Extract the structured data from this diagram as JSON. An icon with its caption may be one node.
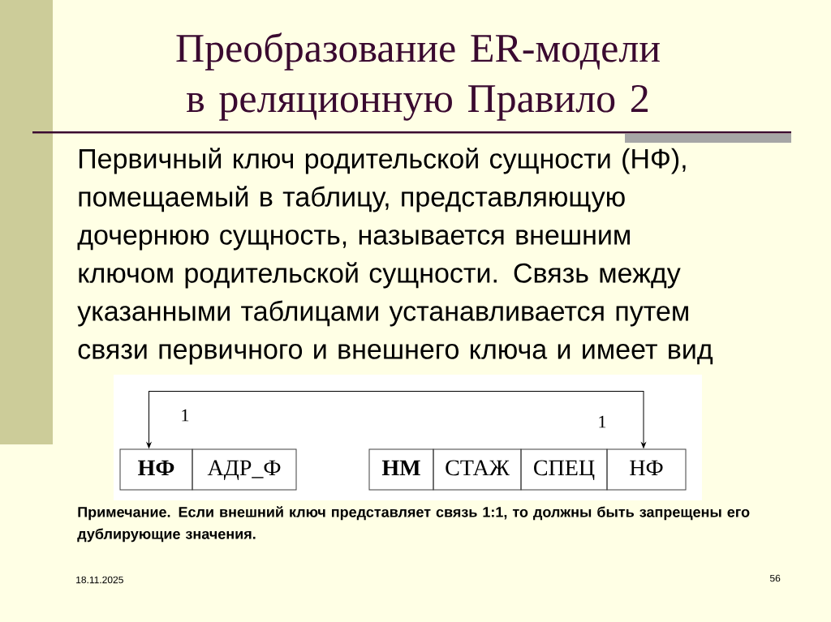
{
  "diagram": {
    "title": "Преобразование ER-модели в реляционную Правило 2",
    "nodes": [
      {
        "text": [
          "НФ"
        ]
      },
      {
        "text": [
          "АДР_Ф"
        ]
      },
      {
        "text": [
          "НМ"
        ]
      },
      {
        "text": [
          "СТАЖ"
        ]
      },
      {
        "text": [
          "СПЕЦ"
        ]
      },
      {
        "text": [
          "НФ"
        ]
      }
    ],
    "edges": [
      {
        "from": 0,
        "to": 5,
        "arrow": "both"
      }
    ],
    "labels": [
      "Первичный ключ родительской сущности (НФ), помещаемый в таблицу, представляющую дочернюю сущность, называется внешним ключом родительской сущности. Связь между указанными таблицами устанавливается путем связи первичного и внешнего ключа и имеет вид",
      "1",
      "1",
      "Примечание. Если внешний ключ представляет связь 1:1, то должны быть запрещены его дублирующие значения.",
      "18.11.2025",
      "56"
    ]
  }
}
